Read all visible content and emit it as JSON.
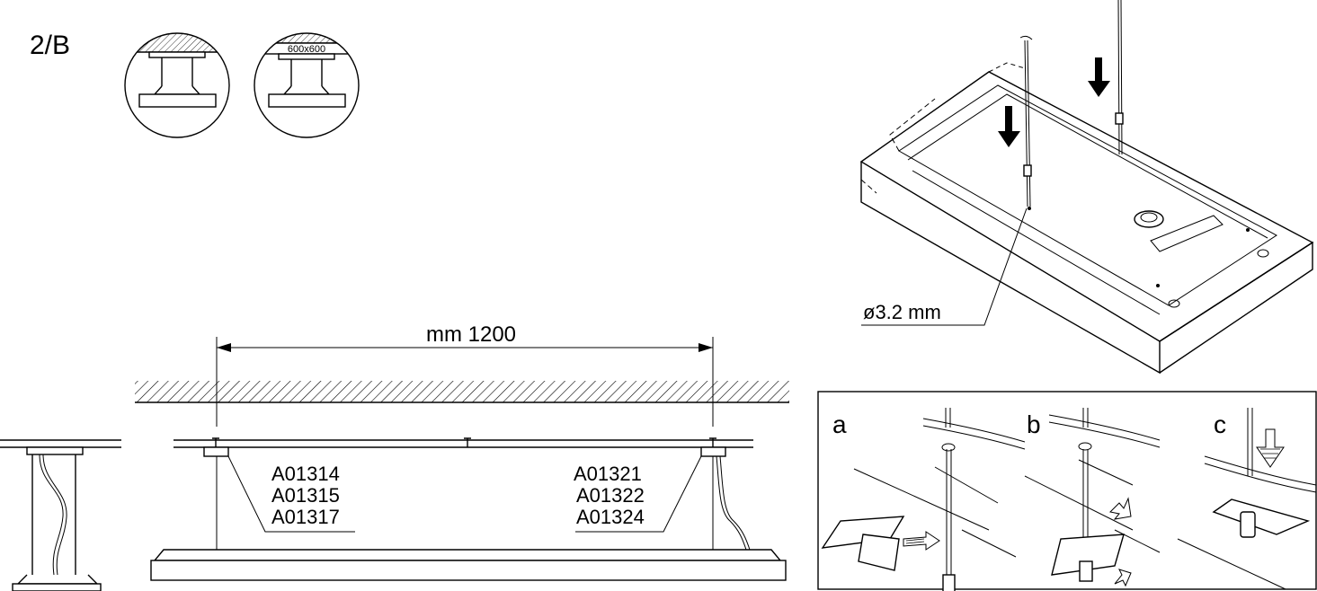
{
  "step_label": "2/B",
  "ceiling_tile_label": "600x600",
  "dimension_label": "mm 1200",
  "left_codes": [
    "A01314",
    "A01315",
    "A01317"
  ],
  "right_codes": [
    "A01321",
    "A01322",
    "A01324"
  ],
  "wire_diameter_label": "ø3.2 mm",
  "sub_steps": [
    "a",
    "b",
    "c"
  ]
}
